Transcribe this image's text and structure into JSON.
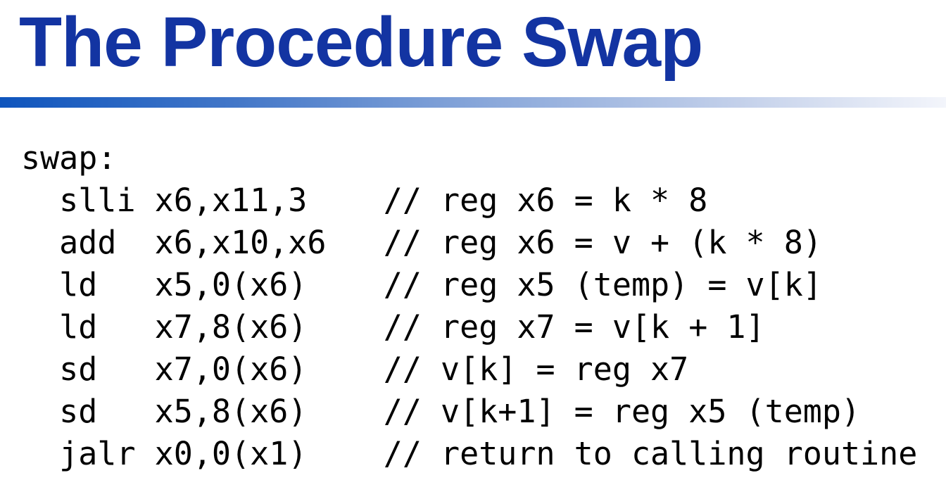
{
  "slide": {
    "title": "The Procedure Swap"
  },
  "colors": {
    "background": "#FFFFFF",
    "title_text": "#1334A2",
    "divider_gradient_start": "#0F55BD",
    "divider_gradient_end": "#F3F5FB",
    "code_text": "#000000"
  },
  "code": {
    "label": "swap:",
    "lines": [
      "swap:",
      "  slli x6,x11,3    // reg x6 = k * 8",
      "  add  x6,x10,x6   // reg x6 = v + (k * 8)",
      "  ld   x5,0(x6)    // reg x5 (temp) = v[k]",
      "  ld   x7,8(x6)    // reg x7 = v[k + 1]",
      "  sd   x7,0(x6)    // v[k] = reg x7",
      "  sd   x5,8(x6)    // v[k+1] = reg x5 (temp)",
      "  jalr x0,0(x1)    // return to calling routine"
    ],
    "instructions": [
      {
        "mnemonic": "slli",
        "operands": "x6,x11,3",
        "comment": "// reg x6 = k * 8"
      },
      {
        "mnemonic": "add",
        "operands": "x6,x10,x6",
        "comment": "// reg x6 = v + (k * 8)"
      },
      {
        "mnemonic": "ld",
        "operands": "x5,0(x6)",
        "comment": "// reg x5 (temp) = v[k]"
      },
      {
        "mnemonic": "ld",
        "operands": "x7,8(x6)",
        "comment": "// reg x7 = v[k + 1]"
      },
      {
        "mnemonic": "sd",
        "operands": "x7,0(x6)",
        "comment": "// v[k] = reg x7"
      },
      {
        "mnemonic": "sd",
        "operands": "x5,8(x6)",
        "comment": "// v[k+1] = reg x5 (temp)"
      },
      {
        "mnemonic": "jalr",
        "operands": "x0,0(x1)",
        "comment": "// return to calling routine"
      }
    ]
  }
}
